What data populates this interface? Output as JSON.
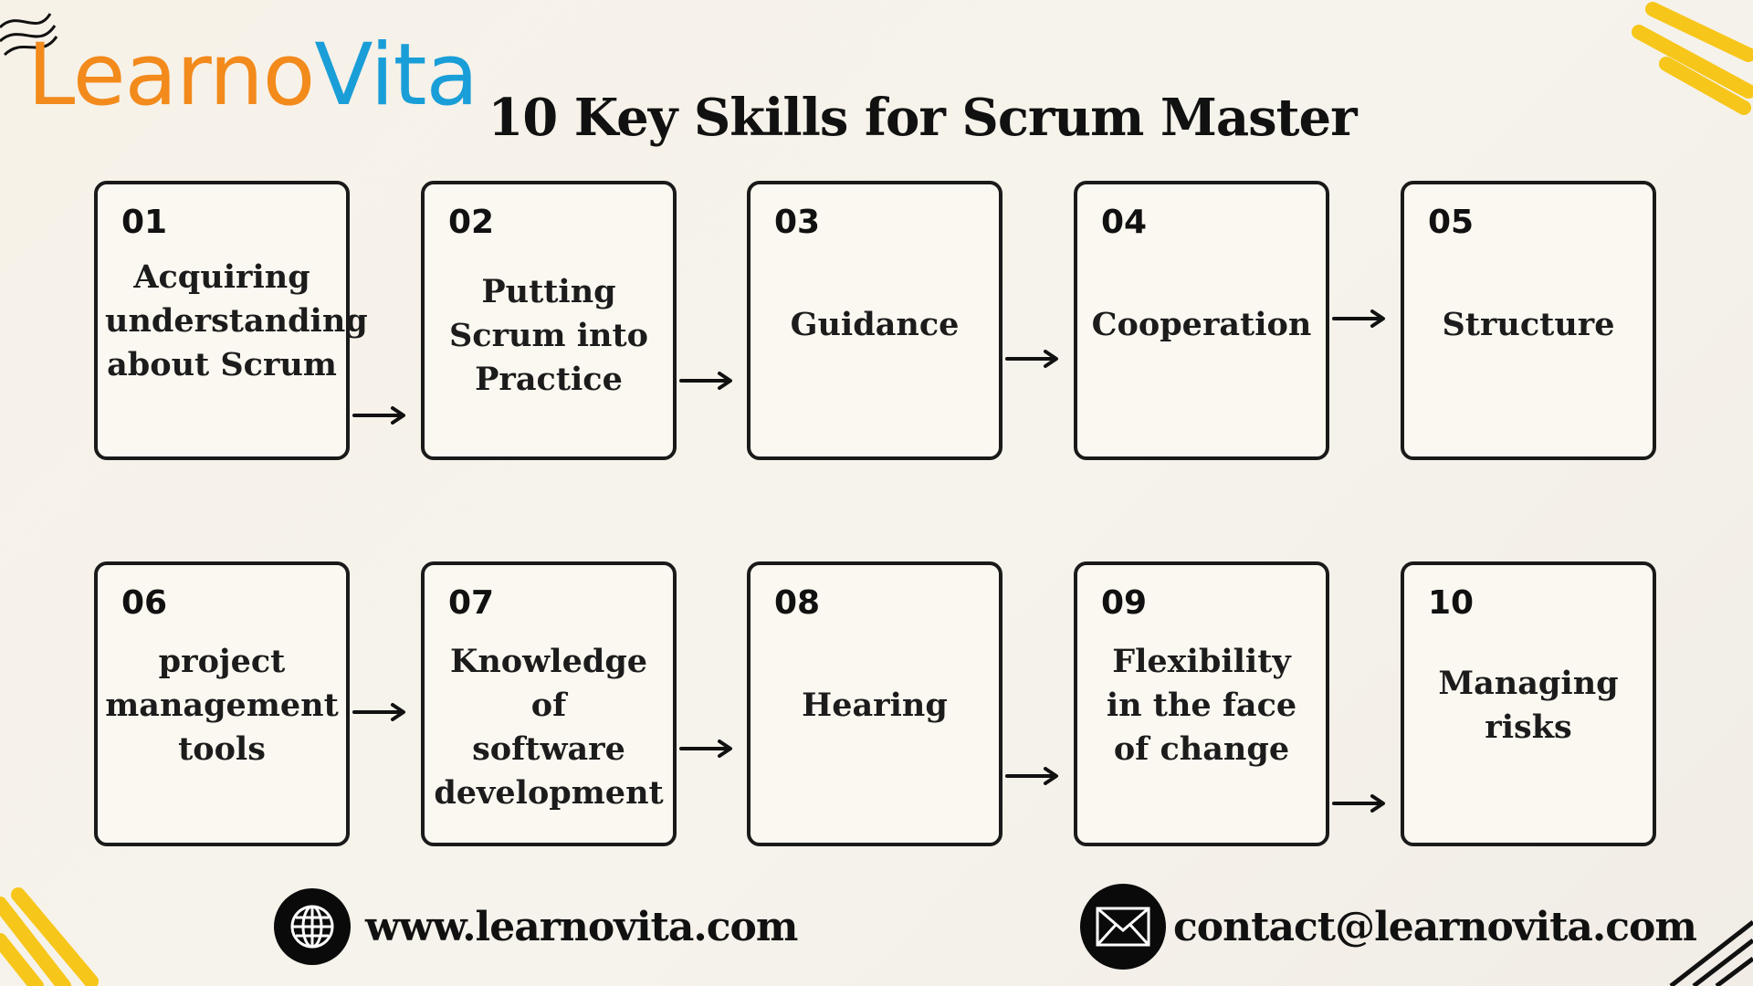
{
  "logo": {
    "part1": "Learno",
    "part2": "Vita"
  },
  "title": "10 Key Skills for Scrum Master",
  "skills": [
    {
      "number": "01",
      "lines": [
        "Acquiring",
        "understanding",
        "about Scrum"
      ]
    },
    {
      "number": "02",
      "lines": [
        "Putting",
        "Scrum into",
        "Practice"
      ]
    },
    {
      "number": "03",
      "lines": [
        "Guidance"
      ]
    },
    {
      "number": "04",
      "lines": [
        "Cooperation"
      ]
    },
    {
      "number": "05",
      "lines": [
        "Structure"
      ]
    },
    {
      "number": "06",
      "lines": [
        "project",
        "management",
        "tools"
      ]
    },
    {
      "number": "07",
      "lines": [
        "Knowledge of",
        "software",
        "development"
      ]
    },
    {
      "number": "08",
      "lines": [
        "Hearing"
      ]
    },
    {
      "number": "09",
      "lines": [
        "Flexibility",
        "in the face",
        "of change"
      ]
    },
    {
      "number": "10",
      "lines": [
        "Managing",
        "risks"
      ]
    }
  ],
  "footer": {
    "website": "www.learnovita.com",
    "email": "contact@learnovita.com",
    "website_icon": "globe-icon",
    "email_icon": "envelope-icon"
  },
  "colors": {
    "logo_orange": "#f28a1c",
    "logo_blue": "#1a9ed8",
    "accent_yellow": "#f7c61a",
    "border": "#1a1a1a"
  }
}
